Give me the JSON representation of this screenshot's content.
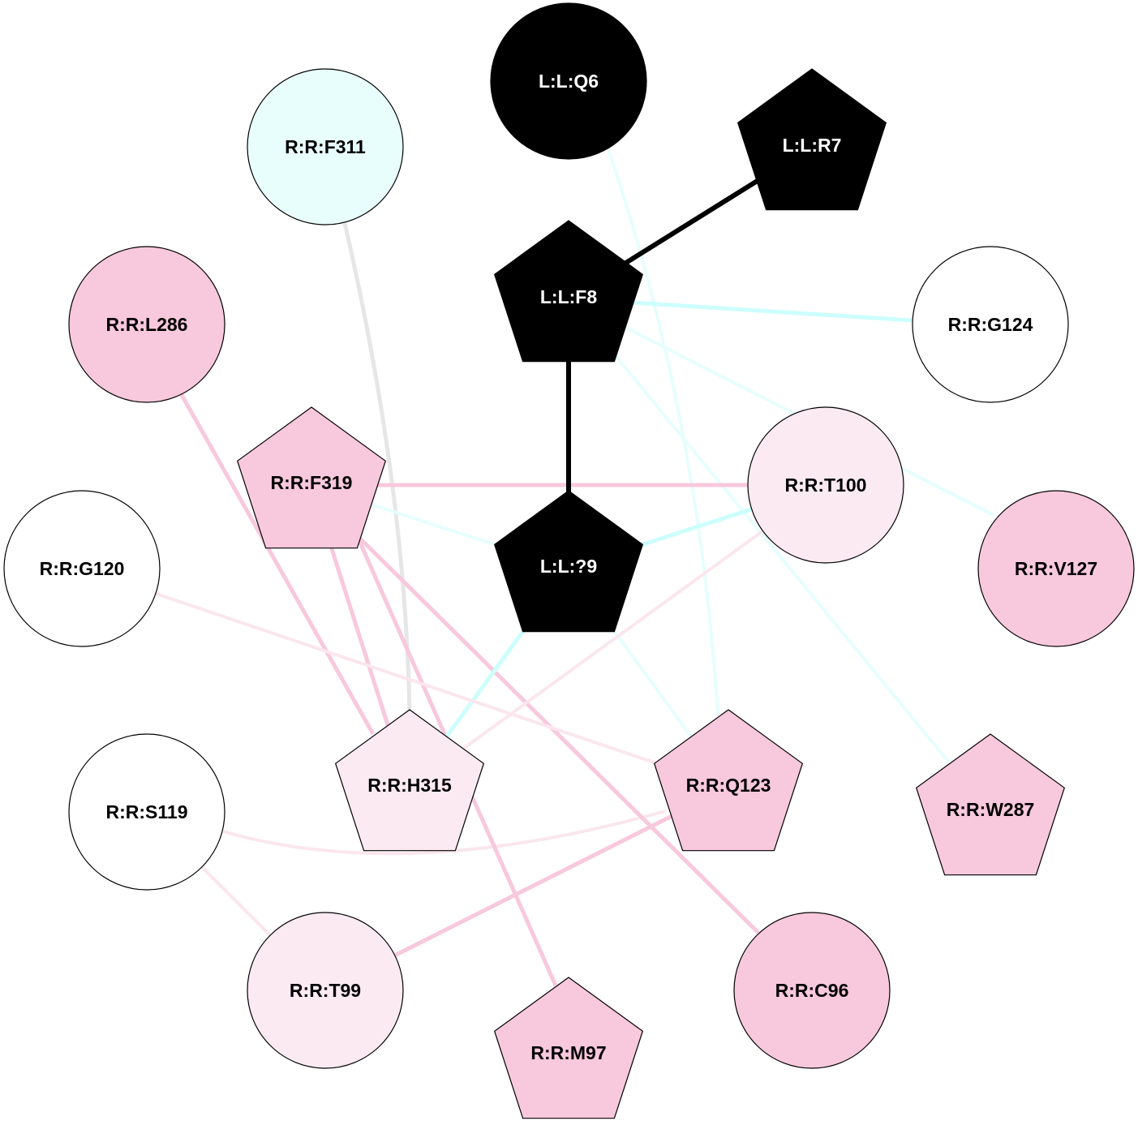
{
  "nodes": {
    "Q6": {
      "label": "L:L:Q6",
      "color": "#000000",
      "shape": "circle"
    },
    "R7": {
      "label": "L:L:R7",
      "color": "#000000",
      "shape": "pentagon"
    },
    "F8": {
      "label": "L:L:F8",
      "color": "#000000",
      "shape": "pentagon"
    },
    "L9": {
      "label": "L:L:?9",
      "color": "#000000",
      "shape": "pentagon"
    },
    "F311": {
      "label": "R:R:F311",
      "color": "#e8fefd",
      "shape": "circle"
    },
    "L286": {
      "label": "R:R:L286",
      "color": "#f8c8dc",
      "shape": "circle"
    },
    "G124": {
      "label": "R:R:G124",
      "color": "#ffffff",
      "shape": "circle"
    },
    "F319": {
      "label": "R:R:F319",
      "color": "#f8c8dc",
      "shape": "pentagon"
    },
    "T100": {
      "label": "R:R:T100",
      "color": "#fbeaf2",
      "shape": "circle"
    },
    "G120": {
      "label": "R:R:G120",
      "color": "#ffffff",
      "shape": "circle"
    },
    "V127": {
      "label": "R:R:V127",
      "color": "#f8c8dc",
      "shape": "circle"
    },
    "H315": {
      "label": "R:R:H315",
      "color": "#fbeaf2",
      "shape": "pentagon"
    },
    "Q123": {
      "label": "R:R:Q123",
      "color": "#f8c8dc",
      "shape": "pentagon"
    },
    "W287": {
      "label": "R:R:W287",
      "color": "#f8c8dc",
      "shape": "pentagon"
    },
    "S119": {
      "label": "R:R:S119",
      "color": "#ffffff",
      "shape": "circle"
    },
    "T99": {
      "label": "R:R:T99",
      "color": "#fbeaf2",
      "shape": "circle"
    },
    "M97": {
      "label": "R:R:M97",
      "color": "#f8c8dc",
      "shape": "pentagon"
    },
    "C96": {
      "label": "R:R:C96",
      "color": "#f8c8dc",
      "shape": "circle"
    }
  },
  "edges": [
    {
      "from": "R7",
      "to": "F8",
      "color": "#000000"
    },
    {
      "from": "F8",
      "to": "L9",
      "color": "#000000"
    },
    {
      "from": "F8",
      "to": "G124",
      "color": "#ccfefd"
    },
    {
      "from": "F8",
      "to": "V127",
      "color": "#e6fefd"
    },
    {
      "from": "F8",
      "to": "W287",
      "color": "#e6fefd"
    },
    {
      "from": "Q6",
      "to": "Q123",
      "color": "#e6fefd"
    },
    {
      "from": "F311",
      "to": "H315",
      "color": "#e6e6e6"
    },
    {
      "from": "L286",
      "to": "H315",
      "color": "#f8c8dc"
    },
    {
      "from": "F319",
      "to": "T100",
      "color": "#f8c8dc"
    },
    {
      "from": "F319",
      "to": "L9",
      "color": "#e6fefd"
    },
    {
      "from": "F319",
      "to": "H315",
      "color": "#f8c8dc"
    },
    {
      "from": "F319",
      "to": "M97",
      "color": "#f8c8dc"
    },
    {
      "from": "F319",
      "to": "C96",
      "color": "#f8c8dc"
    },
    {
      "from": "L9",
      "to": "T100",
      "color": "#ccfefd"
    },
    {
      "from": "L9",
      "to": "H315",
      "color": "#ccfefd"
    },
    {
      "from": "L9",
      "to": "Q123",
      "color": "#e6fefd"
    },
    {
      "from": "T100",
      "to": "H315",
      "color": "#fbe6ee"
    },
    {
      "from": "G120",
      "to": "Q123",
      "color": "#fbe6ee"
    },
    {
      "from": "S119",
      "to": "Q123",
      "color": "#fbe6ee"
    },
    {
      "from": "S119",
      "to": "T99",
      "color": "#fbe6ee"
    },
    {
      "from": "T99",
      "to": "Q123",
      "color": "#f8c8dc"
    }
  ]
}
